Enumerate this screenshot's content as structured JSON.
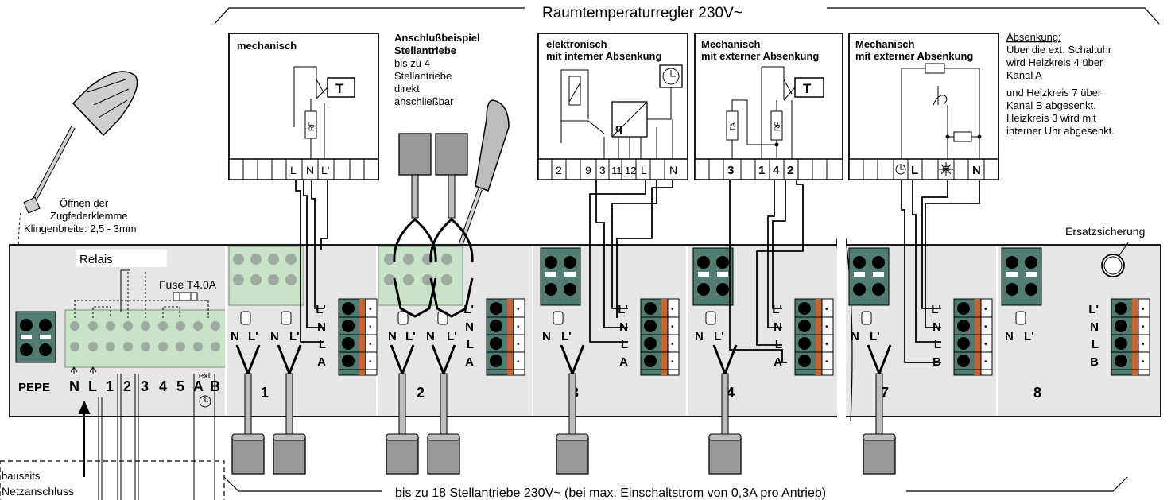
{
  "top_title": "Raumtemperaturregler 230V~",
  "bottom_note": "bis zu 18 Stellantriebe 230V~ (bei max. Einschaltstrom von 0,3A pro Antrieb)",
  "tool_note": [
    "Öffnen der",
    "Zugfederklemme",
    "Klingenbreite: 2,5 - 3mm"
  ],
  "relais_label": "Relais",
  "fuse_label": "Fuse T4.0A",
  "ersatz_label": "Ersatzsicherung",
  "pepe_label": "PEPE",
  "ext_label": "ext",
  "bauseits": [
    "bauseits",
    "Netzanschluss"
  ],
  "anschluss": [
    "Anschlußbeispiel",
    "Stellantriebe",
    "bis zu 4",
    "Stellantriebe",
    "direkt",
    "anschließbar"
  ],
  "thermostats": [
    {
      "lines": [
        "mechanisch"
      ],
      "terminals": [
        "L",
        "N",
        "L'"
      ]
    },
    {
      "lines": [
        "elektronisch",
        "mit interner Absenkung"
      ],
      "terminals": [
        "2",
        "9",
        "3",
        "11",
        "12",
        "L",
        "N"
      ]
    },
    {
      "lines": [
        "Mechanisch",
        "mit externer Absenkung"
      ],
      "terminals": [
        "3",
        "1",
        "4",
        "2"
      ]
    },
    {
      "lines": [
        "Mechanisch",
        "mit externer Absenkung"
      ],
      "terminals": [
        "L",
        "N"
      ]
    }
  ],
  "symbols": {
    "T": "T",
    "RF": "RF",
    "TA": "TA",
    "q": "q"
  },
  "absenkung": {
    "title": "Absenkung:",
    "lines": [
      "Über die ext. Schaltuhr",
      "wird Heizkreis 4 über",
      "Kanal A",
      "und Heizkreis 7 über",
      "Kanal B abgesenkt.",
      "Heizkreis 3 wird mit",
      "interner Uhr abgesenkt."
    ]
  },
  "main_terminals": [
    "N",
    "L",
    "1",
    "2",
    "3",
    "4",
    "5",
    "A",
    "B"
  ],
  "zones": [
    "1",
    "2",
    "3",
    "4",
    "7",
    "8"
  ],
  "actuator_labels": [
    "N",
    "L'"
  ],
  "conn_blocks": [
    {
      "labels": [
        "L'",
        "N",
        "L",
        "A"
      ]
    },
    {
      "labels": [
        "L'",
        "N",
        "L",
        "A"
      ]
    },
    {
      "labels": [
        "L'",
        "N",
        "L",
        "A"
      ]
    },
    {
      "labels": [
        "L'",
        "N",
        "L",
        "A"
      ]
    },
    {
      "labels": [
        "L'",
        "N",
        "L",
        "B"
      ]
    },
    {
      "labels": [
        "L'",
        "N",
        "L",
        "B"
      ]
    }
  ],
  "colors": {
    "board": "#e6e6e6",
    "terminal_green": "#507c74",
    "light_green": "#c8e4c8",
    "orange": "#c8642c"
  }
}
